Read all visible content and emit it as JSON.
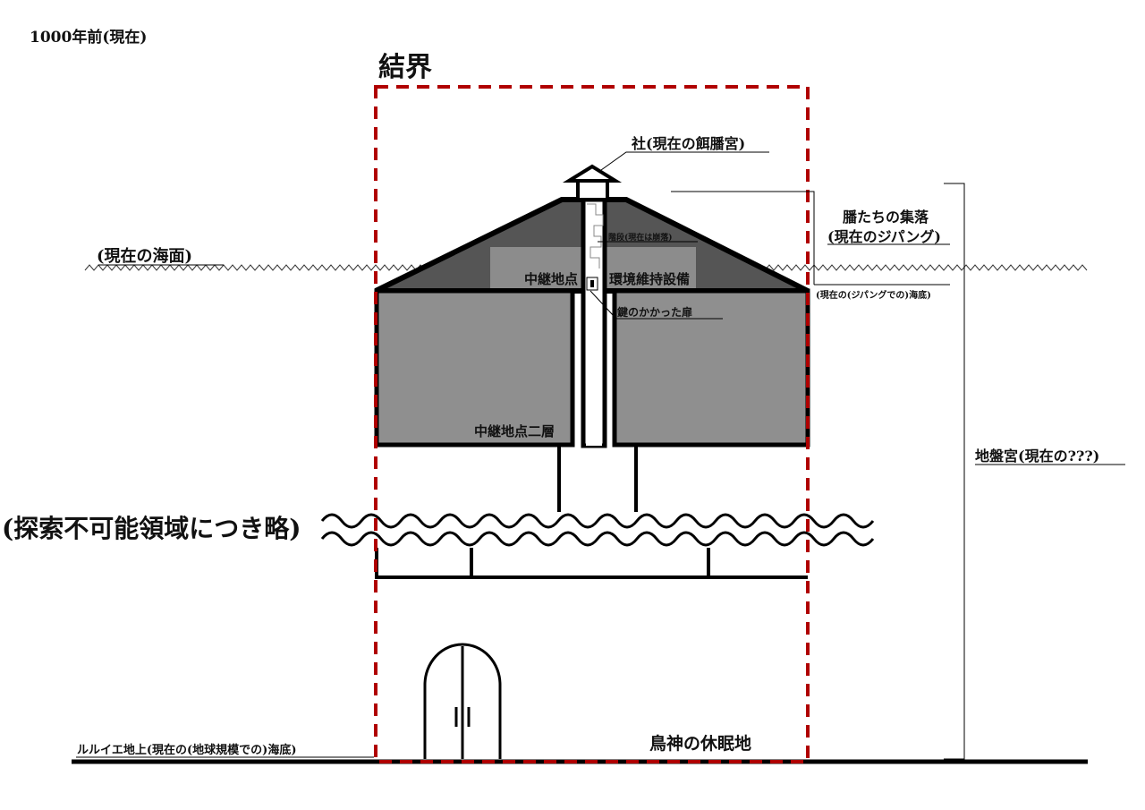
{
  "era_label": "1000年前(現在)",
  "barrier_label": "結界",
  "shrine_label": "社(現在の餌膰宮)",
  "stairs_label": "階段(現在は崩落)",
  "relay_point_label": "中継地点",
  "environment_facility_label": "環境維持設備",
  "locked_door_label": "鍵のかかった扉",
  "relay_point_2f_label": "中継地点二層",
  "sea_surface_label": "(現在の海面)",
  "village_label_line1": "膰たちの集落",
  "village_label_line2": "(現在のジパング)",
  "jipang_seabed_label": "(現在の(ジパングでの)海底)",
  "ground_palace_label": "地盤宮(現在の???)",
  "unexplorable_label": "(探索不可能領域につき略)",
  "ground_label": "ルルイエ地上(現在の(地球規模での)海底)",
  "resting_place_label": "鳥神の休眠地",
  "colors": {
    "barrier": "#b00000",
    "roof": "#555555",
    "room": "#8f8f8f"
  }
}
